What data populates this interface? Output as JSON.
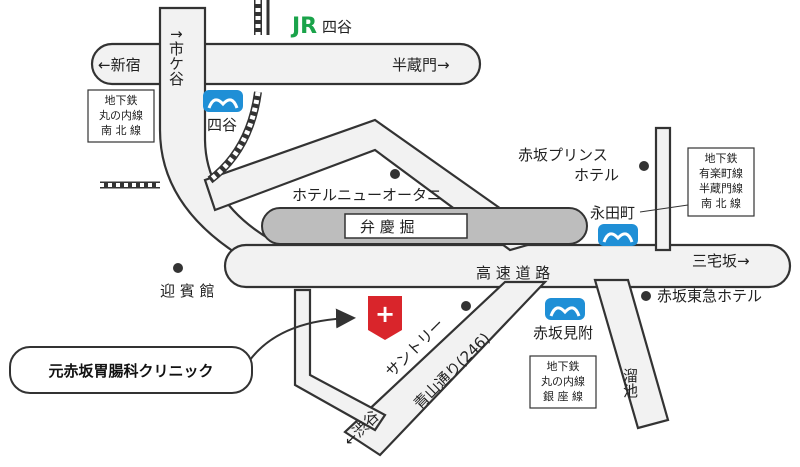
{
  "map": {
    "colors": {
      "road_fill": "#f2f2f2",
      "road_stroke": "#333333",
      "pond_fill": "#bdbdbd",
      "metro": "#1f8fd6",
      "jr": "#1aa34a",
      "clinic": "#d9252b"
    },
    "stations": {
      "jr_logo": "JR",
      "jr_yotsuya": "四谷",
      "yotsuya": "四谷",
      "nagatacho": "永田町",
      "akasaka_mitsuke": "赤坂見附"
    },
    "line_boxes": {
      "yotsuya": [
        "地下鉄",
        "丸の内線",
        "南 北 線"
      ],
      "nagatacho": [
        "地下鉄",
        "有楽町線",
        "半蔵門線",
        "南 北 線"
      ],
      "akasaka_mitsuke": [
        "地下鉄",
        "丸の内線",
        "銀 座 線"
      ]
    },
    "directions": {
      "shinjuku": "←新宿",
      "hanzomon": "半蔵門→",
      "ichigaya": "↑市ケ谷",
      "sanno": "三宅坂→",
      "shibuya": "←渋谷"
    },
    "roads": {
      "expressway": "高 速 道 路",
      "aoyama": "青山通り(246)",
      "tameike": "溜池"
    },
    "places": {
      "hotel_new_otani": "ホテルニューオータニ",
      "benkeibori": "弁 慶 掘",
      "akasaka_prince": "赤坂プリンス",
      "akasaka_prince_2": "ホテル",
      "geihinkan": "迎 賓 館",
      "suntory": "サントリー",
      "akasaka_tokyu": "赤坂東急ホテル"
    },
    "clinic": {
      "name": "元赤坂胃腸科クリニック",
      "marker": "+"
    }
  }
}
